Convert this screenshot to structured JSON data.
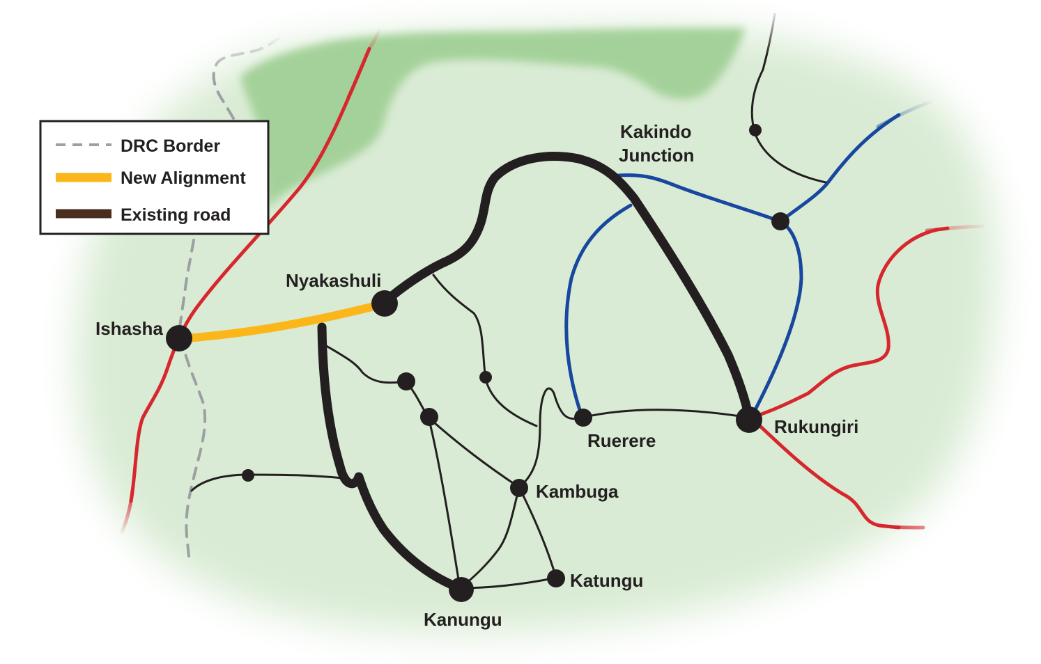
{
  "legend": {
    "items": [
      {
        "label": "DRC Border",
        "style": "dashed",
        "color": "#9d9fa2"
      },
      {
        "label": "New Alignment",
        "style": "solid",
        "color": "#fbb71a"
      },
      {
        "label": "Existing road",
        "style": "solid",
        "color": "#4a2f21"
      }
    ]
  },
  "places": {
    "ishasha": "Ishasha",
    "nyakashuli": "Nyakashuli",
    "kakindo_line1": "Kakindo",
    "kakindo_line2": "Junction",
    "ruerere": "Ruerere",
    "rukungiri": "Rukungiri",
    "kambuga": "Kambuga",
    "katungu": "Katungu",
    "kanungu": "Kanungu"
  },
  "colors": {
    "land": "#d9ebd4",
    "forest": "#a4d19a",
    "regional_road": "#d7272e",
    "blue_road": "#17479e",
    "new_alignment": "#fbb71a",
    "existing_road": "#231f20",
    "border": "#9d9fa2"
  }
}
